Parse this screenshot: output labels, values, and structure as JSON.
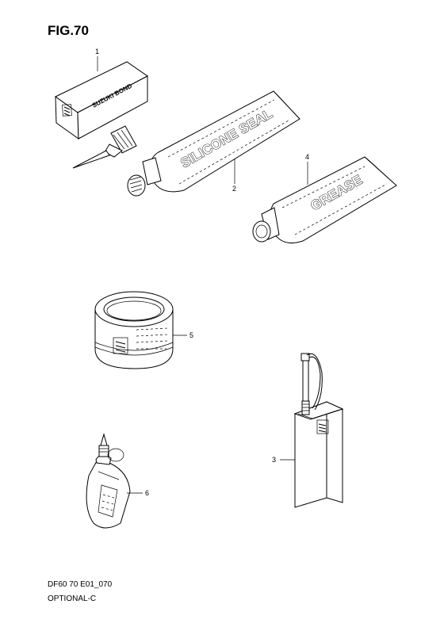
{
  "figure": {
    "title": "FIG.70"
  },
  "footer": {
    "code": "DF60 70 E01_070",
    "name": "OPTIONAL-C"
  },
  "parts": [
    {
      "number": "1",
      "label_text": "SUZUKI BOND"
    },
    {
      "number": "2",
      "label_text": "SILICONE SEAL"
    },
    {
      "number": "3",
      "label_text": ""
    },
    {
      "number": "4",
      "label_text": "GREASE"
    },
    {
      "number": "5",
      "label_text": ""
    },
    {
      "number": "6",
      "label_text": ""
    }
  ]
}
